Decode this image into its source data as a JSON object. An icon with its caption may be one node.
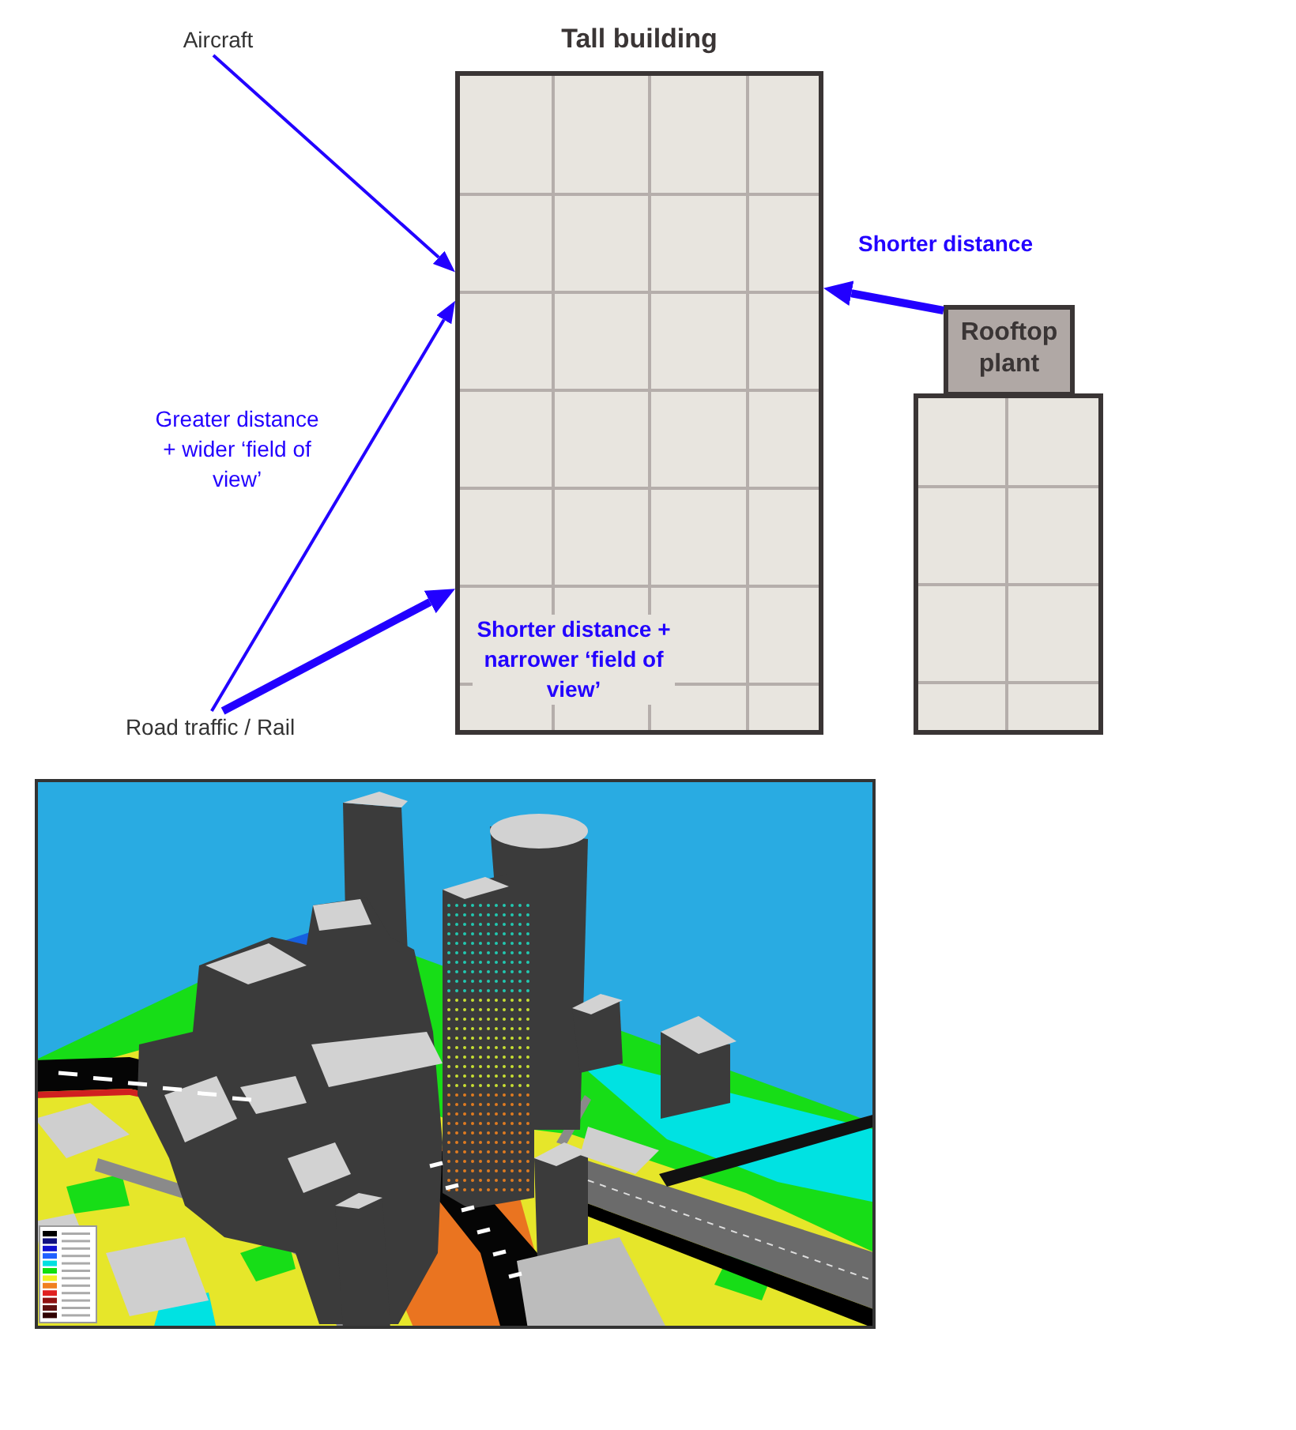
{
  "diagram": {
    "nodes": [
      {
        "text": [
          "Aircraft"
        ]
      },
      {
        "text": [
          "Tall building"
        ]
      },
      {
        "text": [
          "Rooftop plant"
        ]
      },
      {
        "text": [],
        "shape": "box"
      },
      {
        "text": [
          "Road traffic / Rail"
        ]
      }
    ],
    "edges": [
      {
        "from": 0,
        "to": 1,
        "arrow": "to"
      },
      {
        "from": 4,
        "to": 1,
        "arrow": "to",
        "label": "Greater distance + wider ‘field of view’"
      },
      {
        "from": 4,
        "to": 1,
        "arrow": "to",
        "style": "thick",
        "label": "Shorter distance + narrower ‘field of view’"
      },
      {
        "from": 2,
        "to": 1,
        "arrow": "to",
        "style": "thick",
        "label": "Shorter distance"
      }
    ]
  }
}
